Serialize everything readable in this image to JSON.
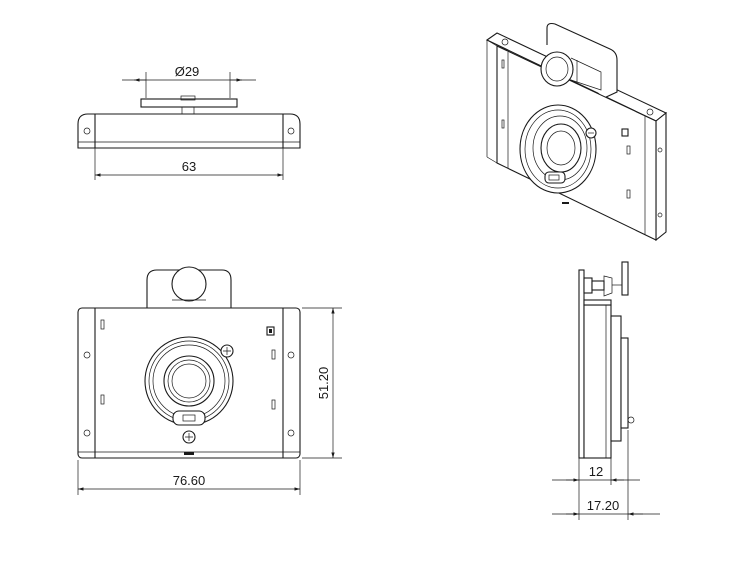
{
  "dimensions": {
    "top_diameter": "Ø29",
    "top_width": "63",
    "front_width": "76.60",
    "front_height": "51.20",
    "side_depth_inner": "12",
    "side_depth_outer": "17.20"
  }
}
